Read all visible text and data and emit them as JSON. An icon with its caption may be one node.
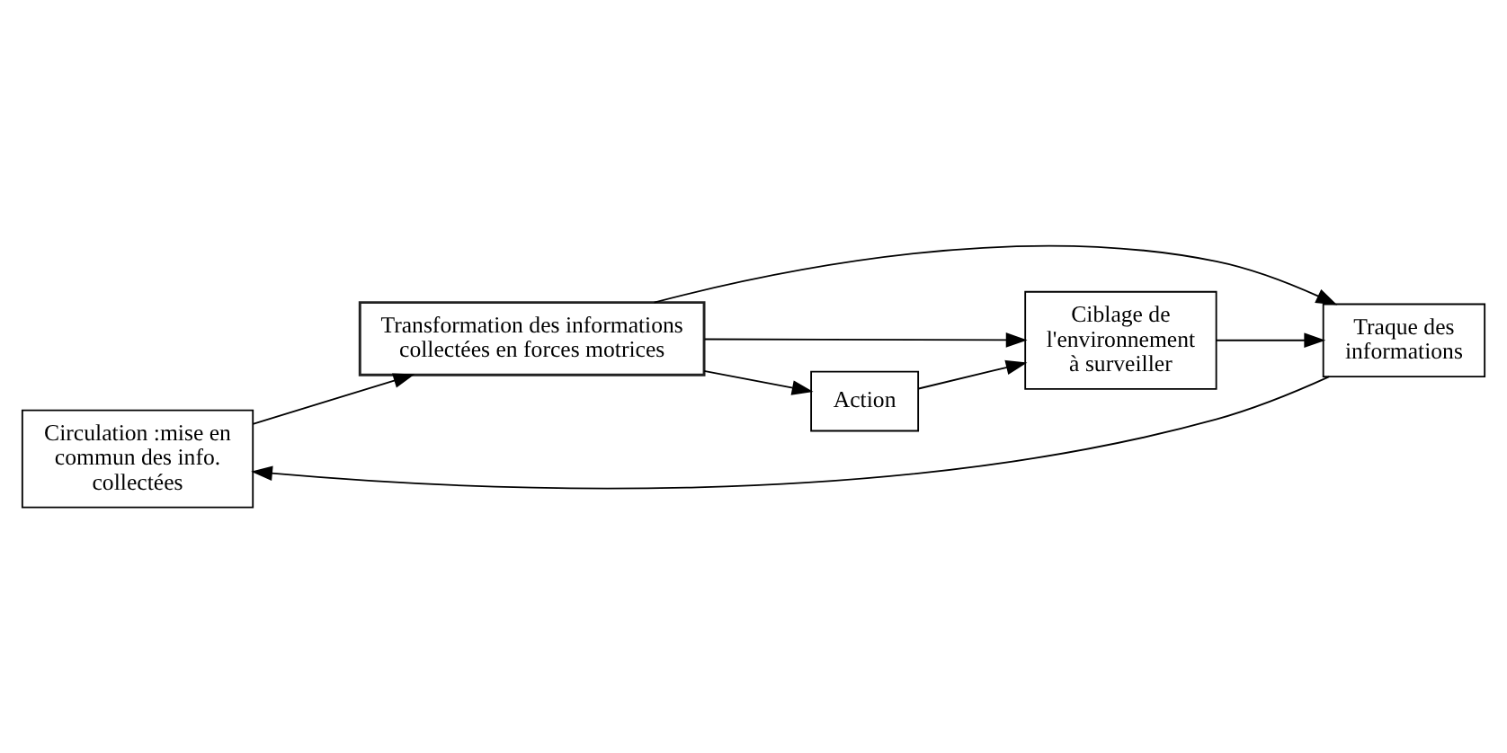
{
  "diagram": {
    "nodes": [
      {
        "text": [
          "Circulation :mise en commun des info. collectées"
        ]
      },
      {
        "text": [
          "Traque des informations"
        ]
      },
      {
        "text": [
          "Transformation des informations collectées en forces motrices"
        ]
      },
      {
        "text": [
          "Ciblage de l'environnement à surveiller"
        ]
      },
      {
        "text": [
          "Action"
        ]
      }
    ],
    "edges": [
      {
        "from": 1,
        "to": 0,
        "arrow": "to"
      },
      {
        "from": 0,
        "to": 2,
        "arrow": "to"
      },
      {
        "from": 2,
        "to": 1,
        "arrow": "to"
      },
      {
        "from": 2,
        "to": 3,
        "arrow": "to"
      },
      {
        "from": 2,
        "to": 4,
        "arrow": "to"
      },
      {
        "from": 4,
        "to": 3,
        "arrow": "to"
      },
      {
        "from": 3,
        "to": 1,
        "arrow": "to"
      }
    ]
  }
}
